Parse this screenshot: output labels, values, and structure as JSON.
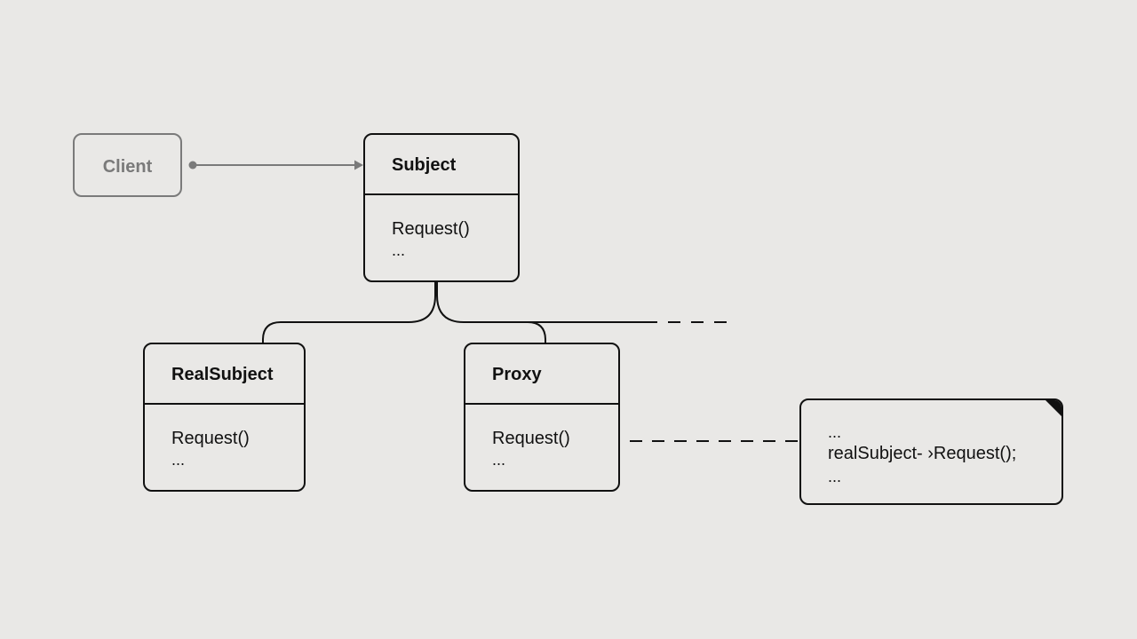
{
  "diagram": {
    "client": {
      "label": "Client"
    },
    "subject": {
      "name": "Subject",
      "operation": "Request()",
      "ellipsis": "..."
    },
    "real_subject": {
      "name": "RealSubject",
      "operation": "Request()",
      "ellipsis": "..."
    },
    "proxy": {
      "name": "Proxy",
      "operation": "Request()",
      "ellipsis": "..."
    },
    "note": {
      "line1": "...",
      "line2": "realSubject- ›Request();",
      "line3": "..."
    }
  },
  "colors": {
    "background": "#e9e8e6",
    "stroke": "#111111",
    "muted": "#7a7a7a"
  }
}
